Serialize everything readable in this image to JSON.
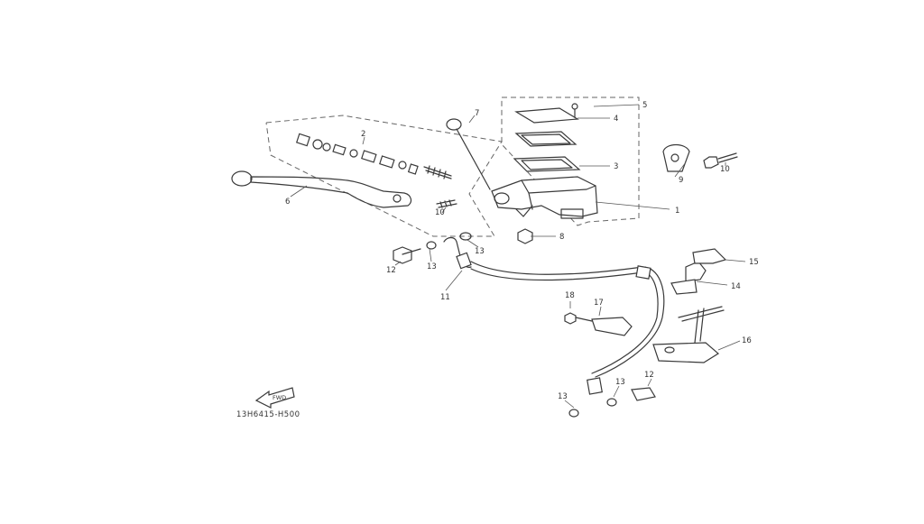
{
  "callouts": {
    "c1": "1",
    "c2": "2",
    "c3": "3",
    "c4": "4",
    "c5": "5",
    "c6": "6",
    "c7": "7",
    "c8": "8",
    "c9": "9",
    "c10a": "10",
    "c10b": "10",
    "c11": "11",
    "c12a": "12",
    "c12b": "12",
    "c13a": "13",
    "c13b": "13",
    "c13c": "13",
    "c13d": "13",
    "c14": "14",
    "c15": "15",
    "c16": "16",
    "c17": "17",
    "c18": "18"
  },
  "front_arrow_label": "FWD",
  "diagram_code": "13H6415-H500",
  "colors": {
    "line": "#3a3a3a",
    "background": "#ffffff"
  }
}
